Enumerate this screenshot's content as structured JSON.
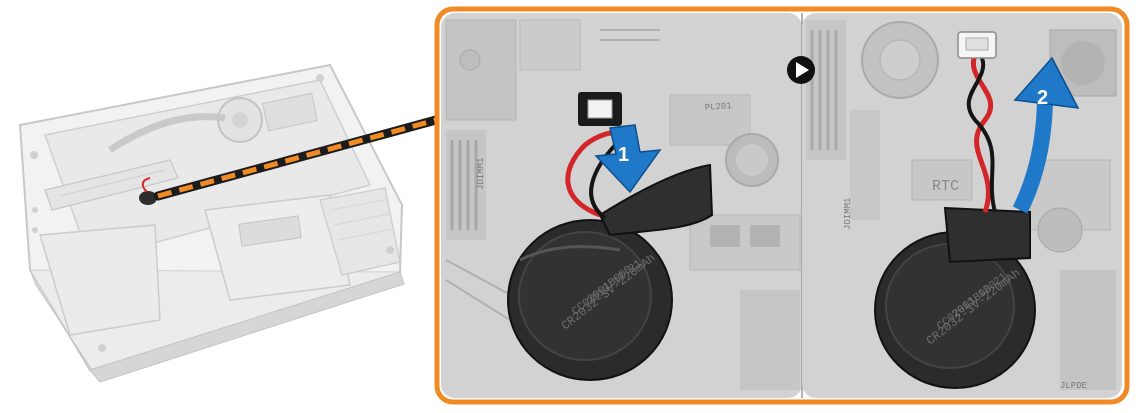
{
  "colors": {
    "frame": "#f08a24",
    "arrow": "#1f78c8",
    "connector_line": "#f08a24",
    "board": "#cfcfcf",
    "battery": "#2d2d2d",
    "wire_red": "#d3262a",
    "wire_black": "#151515"
  },
  "steps": [
    {
      "number": "1",
      "direction": "down"
    },
    {
      "number": "2",
      "direction": "up"
    }
  ],
  "board_labels": {
    "left": [
      "PL201",
      "JDIMM1"
    ],
    "right": [
      "RTC",
      "JDIMM1",
      "JLPDE"
    ]
  },
  "battery_text": {
    "model": "CR2032-3V-220mAh",
    "part": "CC02001B000",
    "date": "2013 12 21"
  },
  "icons": [
    "play-arrow-icon"
  ]
}
